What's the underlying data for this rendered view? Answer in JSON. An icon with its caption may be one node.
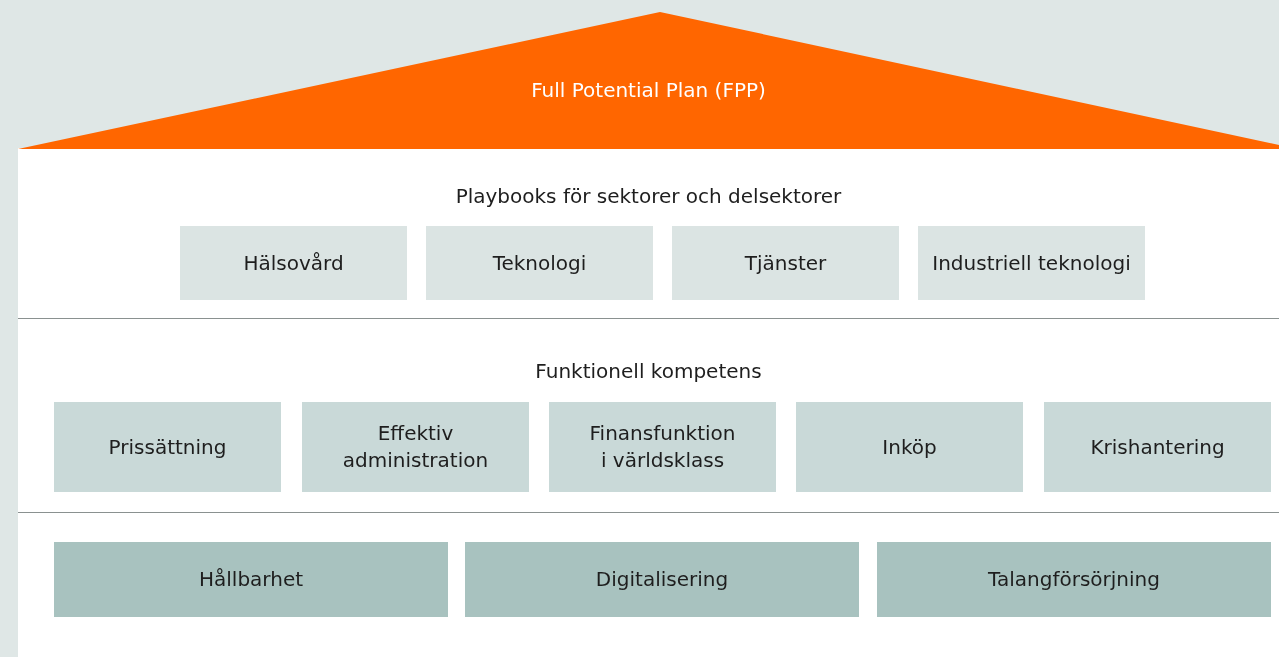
{
  "diagram": {
    "nodes": [
      {
        "text": [
          "Full Potential Plan (FPP)"
        ]
      },
      {
        "text": [
          "Playbooks för sektorer och delsektorer"
        ]
      },
      {
        "text": [
          "Hälsovård"
        ],
        "in": 1
      },
      {
        "text": [
          "Teknologi"
        ],
        "in": 1
      },
      {
        "text": [
          "Tjänster"
        ],
        "in": 1
      },
      {
        "text": [
          "Industriell teknologi"
        ],
        "in": 1
      },
      {
        "text": [
          "Funktionell kompetens"
        ]
      },
      {
        "text": [
          "Prissättning"
        ],
        "in": 6
      },
      {
        "text": [
          "Effektiv administration"
        ],
        "in": 6
      },
      {
        "text": [
          "Finansfunktion i världsklass"
        ],
        "in": 6
      },
      {
        "text": [
          "Inköp"
        ],
        "in": 6
      },
      {
        "text": [
          "Krishantering"
        ],
        "in": 6
      },
      {
        "text": [
          "Hållbarhet"
        ]
      },
      {
        "text": [
          "Digitalisering"
        ]
      },
      {
        "text": [
          "Talangförsörjning"
        ]
      }
    ]
  }
}
